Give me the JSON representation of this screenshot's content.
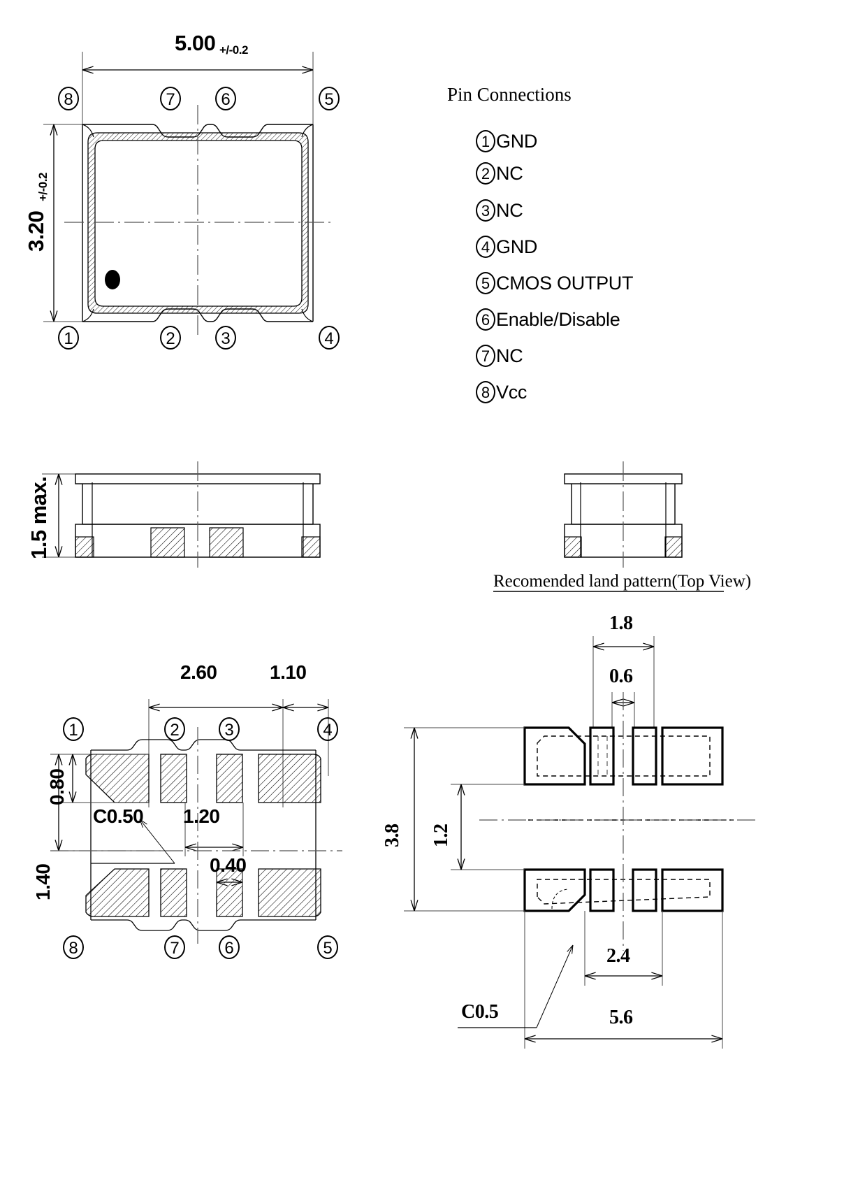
{
  "drawing": {
    "title_pin_connections": "Pin Connections",
    "title_land_pattern": "Recomended land pattern(Top View)"
  },
  "top_view": {
    "width_dim": "5.00",
    "width_tol": "+/-0.2",
    "height_dim": "3.20",
    "height_tol": "+/-0.2",
    "pins_top": [
      "8",
      "7",
      "6",
      "5"
    ],
    "pins_bottom": [
      "1",
      "2",
      "3",
      "4"
    ],
    "marker": "orientation-dot"
  },
  "side_view": {
    "height_dim": "1.5 max."
  },
  "pin_connections": [
    {
      "num": "1",
      "name": "GND"
    },
    {
      "num": "2",
      "name": "NC"
    },
    {
      "num": "3",
      "name": "NC"
    },
    {
      "num": "4",
      "name": "GND"
    },
    {
      "num": "5",
      "name": "CMOS OUTPUT"
    },
    {
      "num": "6",
      "name": "Enable/Disable"
    },
    {
      "num": "7",
      "name": "NC"
    },
    {
      "num": "8",
      "name": "Vcc"
    }
  ],
  "bottom_view": {
    "pins_top": [
      "1",
      "2",
      "3",
      "4"
    ],
    "pins_bottom": [
      "8",
      "7",
      "6",
      "5"
    ],
    "dim_2_60": "2.60",
    "dim_1_10": "1.10",
    "dim_0_80": "0.80",
    "dim_1_40": "1.40",
    "dim_1_20": "1.20",
    "dim_0_40": "0.40",
    "chamfer": "C0.50"
  },
  "land_pattern": {
    "dim_1_8": "1.8",
    "dim_0_6": "0.6",
    "dim_3_8": "3.8",
    "dim_1_2": "1.2",
    "dim_2_4": "2.4",
    "dim_5_6": "5.6",
    "chamfer": "C0.5"
  },
  "colors": {
    "line": "#000000",
    "hatch": "#000000",
    "center": "#555555",
    "background": "#ffffff"
  }
}
